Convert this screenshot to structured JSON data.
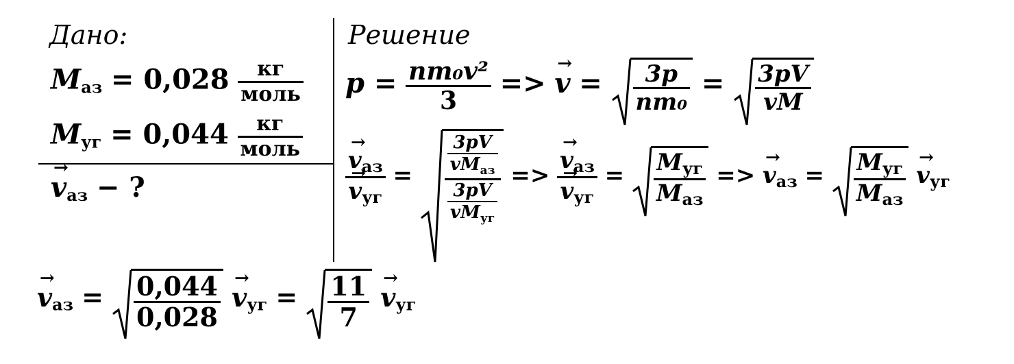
{
  "given": {
    "heading": "Дано:",
    "m_nitrogen": {
      "symbol": "M",
      "sub": "аз",
      "value": "= 0,028",
      "unit_num": "кг",
      "unit_den": "моль"
    },
    "m_co2": {
      "symbol": "M",
      "sub": "уг",
      "value": "= 0,044",
      "unit_num": "кг",
      "unit_den": "моль"
    },
    "find": {
      "symbol": "v",
      "sub": "аз",
      "rest": "− ?"
    }
  },
  "solution": {
    "heading": "Решение",
    "line1": {
      "p": "p =",
      "frac_num": "nm₀v²",
      "frac_den": "3",
      "implies1": "=>",
      "v": "v",
      "eq1": "=",
      "root1_num": "3p",
      "root1_den": "nm₀",
      "eq2": "=",
      "root2_num": "3pV",
      "root2_den": "vM"
    },
    "line2": {
      "lhs_num": "v",
      "lhs_num_sub": "аз",
      "lhs_den": "v",
      "lhs_den_sub": "уг",
      "eq": "=",
      "inner_top_num": "3pV",
      "inner_top_den": "vM",
      "inner_top_den_sub": "аз",
      "inner_bot_num": "3pV",
      "inner_bot_den": "vM",
      "inner_bot_den_sub": "уг",
      "implies1": "=>",
      "mid_num": "v",
      "mid_num_sub": "аз",
      "mid_den": "v",
      "mid_den_sub": "уг",
      "eq2": "=",
      "r_num": "M",
      "r_num_sub": "уг",
      "r_den": "M",
      "r_den_sub": "аз",
      "implies2": "=>",
      "res_v": "v",
      "res_sub": "аз",
      "eq3": "=",
      "r2_num": "M",
      "r2_num_sub": "уг",
      "r2_den": "M",
      "r2_den_sub": "аз",
      "tail_v": "v",
      "tail_sub": "уг"
    }
  },
  "final": {
    "v": "v",
    "sub": "аз",
    "eq1": "=",
    "num": "0,044",
    "den": "0,028",
    "v2": "v",
    "sub2": "уг",
    "eq2": "=",
    "num2": "11",
    "den2": "7",
    "v3": "v",
    "sub3": "уг"
  }
}
